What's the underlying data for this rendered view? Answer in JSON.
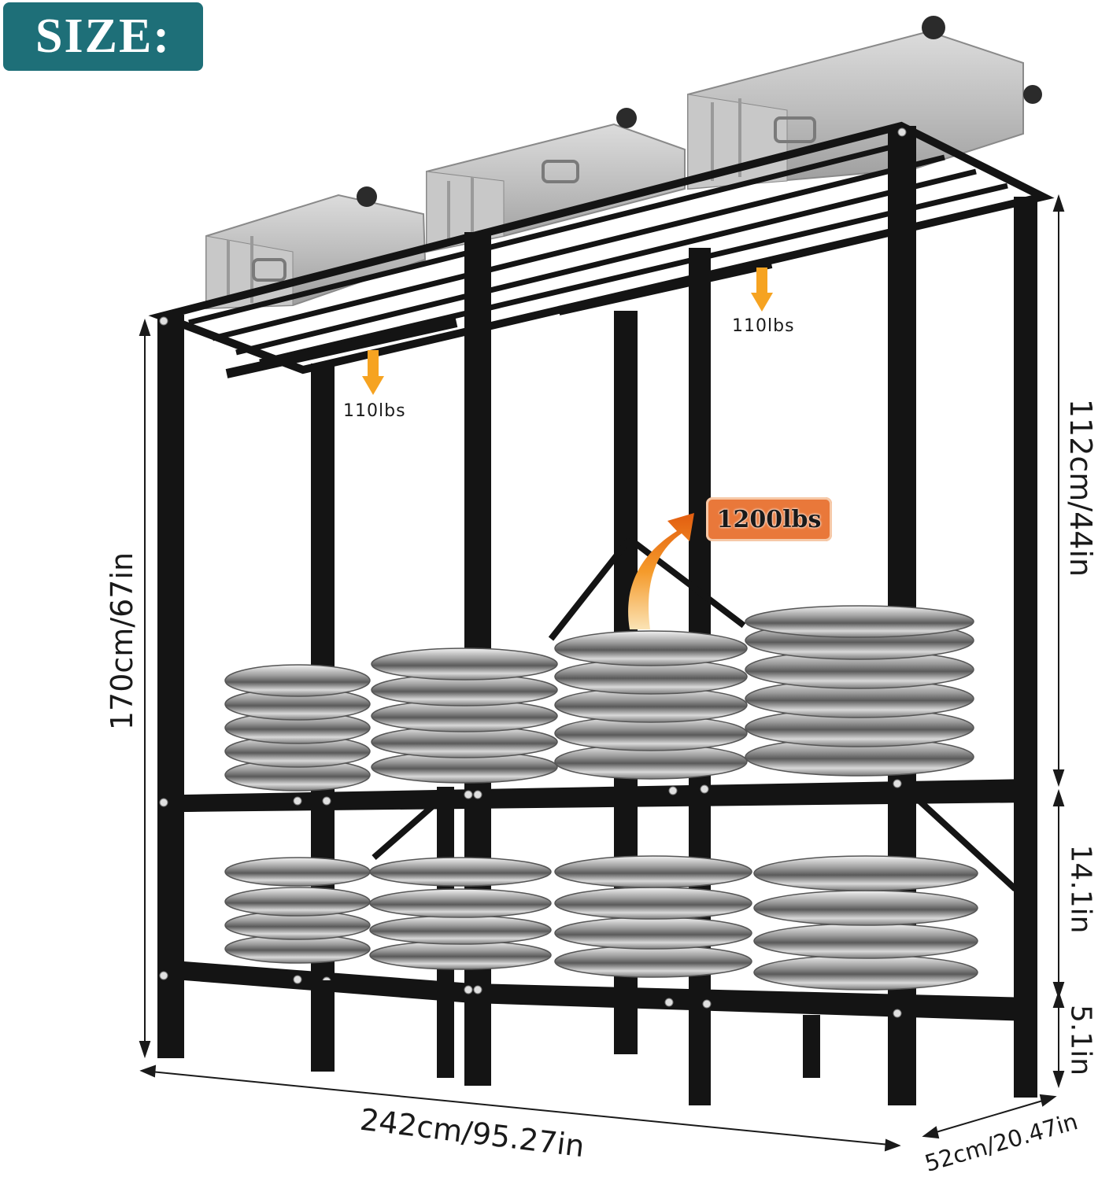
{
  "header": {
    "badge_text": "SIZE:"
  },
  "dimensions": {
    "total_height": "170cm/67in",
    "upper_height": "112cm/44in",
    "middle_height": "14.1in",
    "bottom_height": "5.1in",
    "width": "242cm/95.27in",
    "depth": "52cm/20.47in"
  },
  "loads": {
    "top_left": "110lbs",
    "top_right": "110lbs",
    "capacity": "1200lbs"
  },
  "colors": {
    "badge_bg": "#1e6f78",
    "frame": "#141414",
    "capacity_badge": "#e9783a",
    "arrow": "#f6a321"
  },
  "icons": [
    "arrow-down-icon",
    "arrow-down-icon",
    "curved-arrow-up-icon"
  ]
}
